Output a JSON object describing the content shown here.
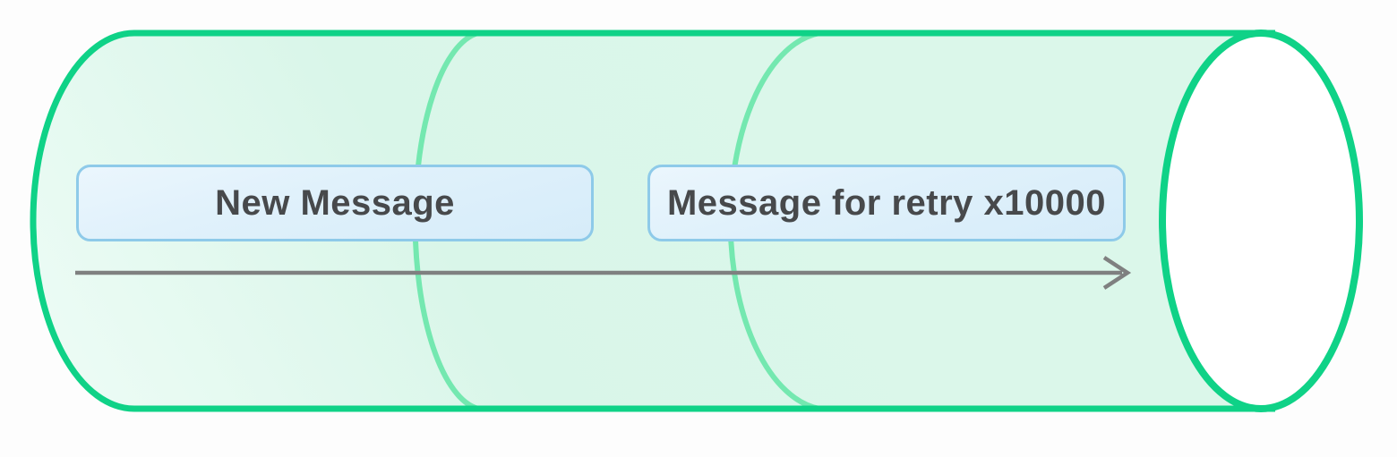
{
  "diagram": {
    "kind": "message-queue-cylinder",
    "queue": {
      "flow_direction": "left-to-right",
      "messages": [
        {
          "label": "New Message"
        },
        {
          "label": "Message for retry x10000"
        }
      ]
    },
    "colors": {
      "cylinder_outline": "#0fd287",
      "cylinder_fill_light": "#eefcf6",
      "cylinder_fill": "#d9f6e9",
      "segment_arc": "#74e8b0",
      "opening_fill": "#ffffff",
      "message_box_border": "#8ecae9",
      "message_box_fill_top": "#ebf6fd",
      "message_box_fill_bottom": "#d6ecf9",
      "message_text": "#47494b",
      "arrow": "#7f8080",
      "background": "#fdfdfd"
    }
  }
}
